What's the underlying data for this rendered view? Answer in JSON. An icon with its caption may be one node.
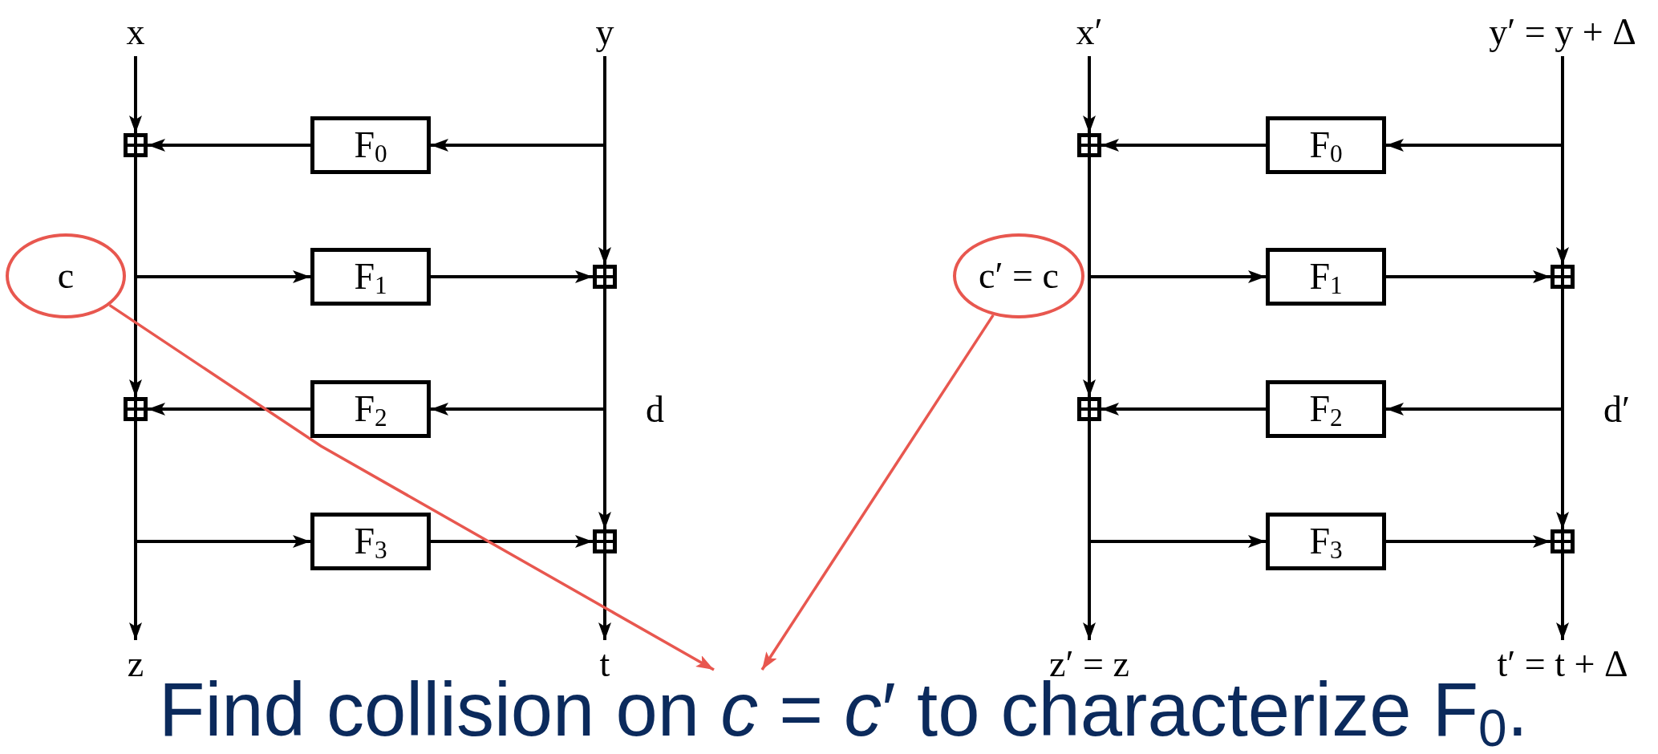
{
  "diagram": {
    "nodes": [
      {
        "text": [
          "x"
        ]
      },
      {
        "text": [
          "y"
        ]
      },
      {
        "text": [],
        "shape": "box"
      },
      {
        "text": [
          "F$_{0}$"
        ]
      },
      {
        "text": [
          "c"
        ]
      },
      {
        "text": [
          "F$_{1}$"
        ]
      },
      {
        "text": [],
        "shape": "box"
      },
      {
        "text": [],
        "shape": "box"
      },
      {
        "text": [
          "F$_{2}$"
        ]
      },
      {
        "text": [
          "F$_{3}$"
        ]
      },
      {
        "text": [],
        "shape": "box"
      },
      {
        "text": [
          "z"
        ]
      },
      {
        "text": [
          "t"
        ]
      },
      {
        "text": [
          "x′"
        ]
      },
      {
        "text": [
          "y′ = y + Δ"
        ]
      },
      {
        "text": [],
        "shape": "box"
      },
      {
        "text": [
          "F$_{0}$"
        ]
      },
      {
        "text": [
          "c′ = c"
        ]
      },
      {
        "text": [
          "F$_{1}$"
        ]
      },
      {
        "text": [],
        "shape": "box"
      },
      {
        "text": [],
        "shape": "box"
      },
      {
        "text": [
          "F$_{2}$"
        ]
      },
      {
        "text": [
          "F$_{3}$"
        ]
      },
      {
        "text": [],
        "shape": "box"
      },
      {
        "text": [
          "z′ = z"
        ]
      },
      {
        "text": [
          "t′ = t + Δ"
        ]
      },
      {
        "text": [
          "Find collision on *c* = *c*′ to characterize F$_{0}$."
        ]
      }
    ],
    "edges": [
      {
        "from": 0,
        "to": 2,
        "arrow": "to"
      },
      {
        "from": 1,
        "to": 3,
        "arrow": "to"
      },
      {
        "from": 1,
        "to": 6,
        "arrow": "to"
      },
      {
        "from": 3,
        "to": 2,
        "arrow": "to"
      },
      {
        "from": 2,
        "to": 5,
        "arrow": "to"
      },
      {
        "from": 2,
        "to": 7,
        "arrow": "to"
      },
      {
        "from": 5,
        "to": 6,
        "arrow": "to"
      },
      {
        "from": 6,
        "to": 8,
        "arrow": "to"
      },
      {
        "from": 6,
        "to": 10,
        "arrow": "to"
      },
      {
        "from": 8,
        "to": 7,
        "arrow": "to"
      },
      {
        "from": 7,
        "to": 9,
        "arrow": "to"
      },
      {
        "from": 7,
        "to": 11,
        "arrow": "to"
      },
      {
        "from": 9,
        "to": 10,
        "arrow": "to"
      },
      {
        "from": 10,
        "to": 12,
        "arrow": "to"
      },
      {
        "from": 13,
        "to": 15,
        "arrow": "to"
      },
      {
        "from": 14,
        "to": 16,
        "arrow": "to"
      },
      {
        "from": 14,
        "to": 19,
        "arrow": "to"
      },
      {
        "from": 16,
        "to": 15,
        "arrow": "to"
      },
      {
        "from": 15,
        "to": 18,
        "arrow": "to"
      },
      {
        "from": 15,
        "to": 20,
        "arrow": "to"
      },
      {
        "from": 18,
        "to": 19,
        "arrow": "to"
      },
      {
        "from": 19,
        "to": 21,
        "arrow": "to"
      },
      {
        "from": 19,
        "to": 23,
        "arrow": "to"
      },
      {
        "from": 21,
        "to": 20,
        "arrow": "to"
      },
      {
        "from": 20,
        "to": 22,
        "arrow": "to"
      },
      {
        "from": 20,
        "to": 24,
        "arrow": "to"
      },
      {
        "from": 22,
        "to": 23,
        "arrow": "to"
      },
      {
        "from": 23,
        "to": 25,
        "arrow": "to"
      },
      {
        "from": 4,
        "to": 26,
        "arrow": "to",
        "color": "#e8574f"
      },
      {
        "from": 17,
        "to": 26,
        "arrow": "to",
        "color": "#e8574f"
      }
    ],
    "labels": [
      "d",
      "d′"
    ]
  }
}
